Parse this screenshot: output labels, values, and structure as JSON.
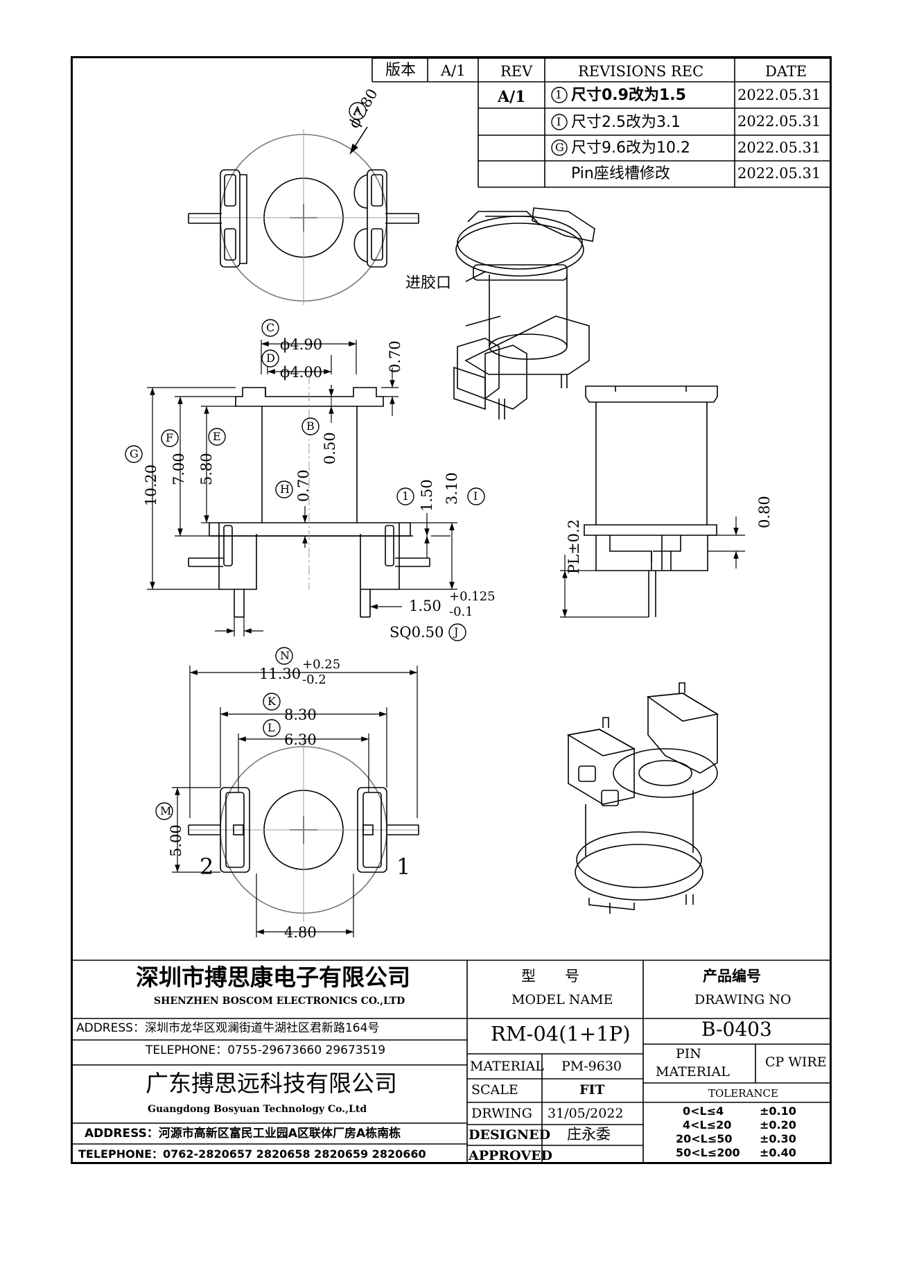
{
  "revision_table": {
    "version_label": "版本",
    "version_value": "A/1",
    "headers": {
      "rev": "REV",
      "rec": "REVISIONS REC",
      "date": "DATE"
    },
    "rows": [
      {
        "rev": "A/1",
        "mark": "1",
        "text": "尺寸0.9改为1.5",
        "date": "2022.05.31"
      },
      {
        "rev": "",
        "mark": "I",
        "text": "尺寸2.5改为3.1",
        "date": "2022.05.31"
      },
      {
        "rev": "",
        "mark": "G",
        "text": "尺寸9.6改为10.2",
        "date": "2022.05.31"
      },
      {
        "rev": "",
        "mark": "",
        "text": "Pin座线槽修改",
        "date": "2022.05.31"
      }
    ]
  },
  "dims": {
    "A_mark": "A",
    "A_val": "ϕ7.80",
    "inlet_label": "进胶口",
    "C_mark": "C",
    "C_val": "ϕ4.90",
    "D_mark": "D",
    "D_val": "ϕ4.00",
    "top_070": "0.70",
    "B_mark": "B",
    "B_val": "0.50",
    "G_mark": "G",
    "G_val": "10.20",
    "F_mark": "F",
    "F_val": "7.00",
    "E_mark": "E",
    "E_val": "5.80",
    "H_mark": "H",
    "H_val": "0.70",
    "one_mark": "1",
    "one_val": "1.50",
    "I_mark": "I",
    "I_val": "3.10",
    "pin_len": "1.50",
    "pin_tol_up": "+0.125",
    "pin_tol_dn": "-0.1",
    "J_mark": "J",
    "J_val": "SQ0.50",
    "PL_val": "PL±0.2",
    "side_080": "0.80",
    "N_mark": "N",
    "N_val": "11.30",
    "N_tol_up": "+0.25",
    "N_tol_dn": "-0.2",
    "K_mark": "K",
    "K_val": "8.30",
    "L_mark": "L",
    "L_val": "6.30",
    "M_mark": "M",
    "M_val": "5.00",
    "pin2": "2",
    "pin1": "1",
    "bottom_480": "4.80"
  },
  "title_block": {
    "company1_cn": "深圳市搏思康电子有限公司",
    "company1_en": "SHENZHEN BOSCOM ELECTRONICS CO.,LTD",
    "address1": "ADDRESS：深圳市龙华区观澜街道牛湖社区君新路164号",
    "telephone1": "TELEPHONE：0755-29673660 29673519",
    "company2_cn": "广东搏思远科技有限公司",
    "company2_en": "Guangdong Bosyuan Technology Co.,Ltd",
    "address2": "ADDRESS：河源市高新区富民工业园A区联体厂房A栋南栋",
    "telephone2": "TELEPHONE：0762-2820657 2820658 2820659 2820660",
    "model_cn": "型　　号",
    "model_en": "MODEL NAME",
    "model_value": "RM-04(1+1P)",
    "drawing_cn": "产品编号",
    "drawing_en": "DRAWING NO",
    "drawing_value": "B-0403",
    "material_label": "MATERIAL",
    "material_value": "PM-9630",
    "scale_label": "SCALE",
    "scale_value": "FIT",
    "drwing_label": "DRWING",
    "drwing_value": "31/05/2022",
    "designed_label": "DESIGNED",
    "designed_value": "庄永委",
    "approved_label": "APPROVED",
    "pin_material_l1": "PIN",
    "pin_material_l2": "MATERIAL",
    "pin_material_value": "CP WIRE",
    "tolerance_label": "TOLERANCE",
    "tolerances": [
      {
        "range": "0<L≤4",
        "tol": "±0.10"
      },
      {
        "range": "4<L≤20",
        "tol": "±0.20"
      },
      {
        "range": "20<L≤50",
        "tol": "±0.30"
      },
      {
        "range": "50<L≤200",
        "tol": "±0.40"
      }
    ]
  }
}
